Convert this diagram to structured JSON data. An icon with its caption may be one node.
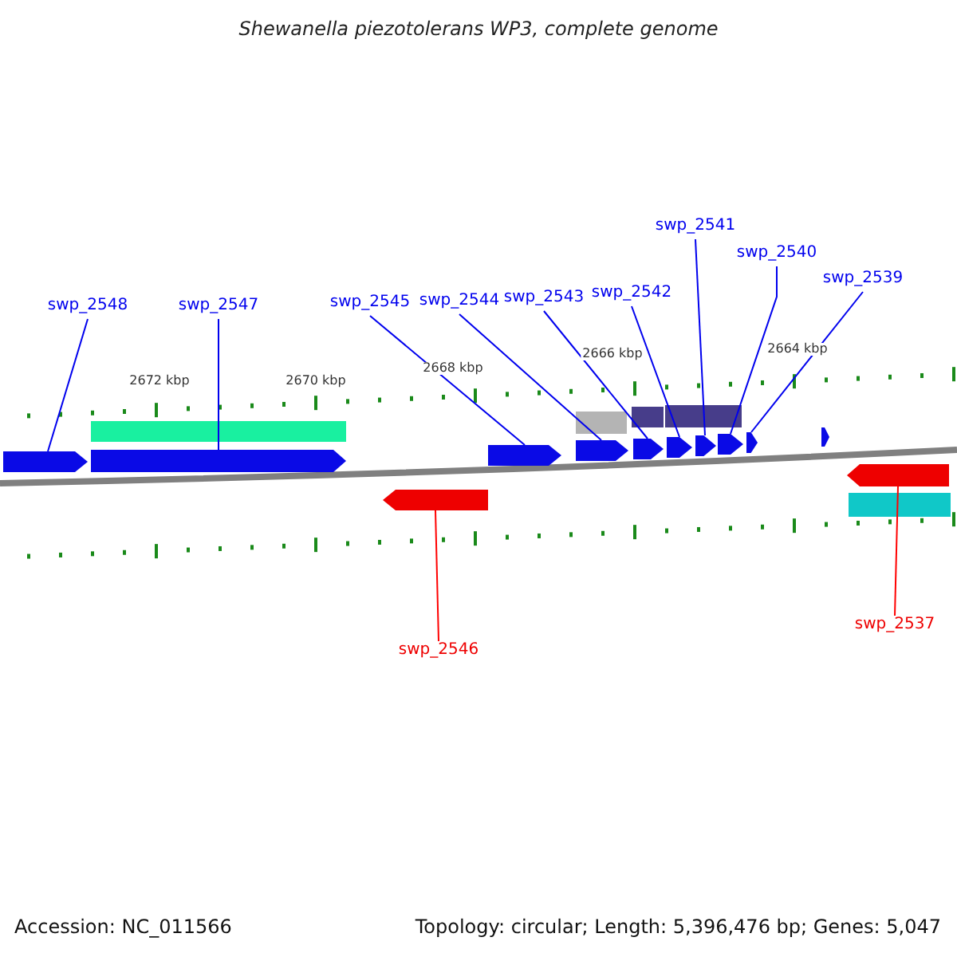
{
  "diagram": {
    "title": "Shewanella piezotolerans WP3, complete genome",
    "nodes": [
      {
        "text": [
          "swp_2548"
        ]
      },
      {
        "text": [
          "swp_2547"
        ]
      },
      {
        "text": [
          "swp_2545"
        ]
      },
      {
        "text": [
          "swp_2544"
        ]
      },
      {
        "text": [
          "swp_2543"
        ]
      },
      {
        "text": [
          "swp_2542"
        ]
      },
      {
        "text": [
          "swp_2541"
        ]
      },
      {
        "text": [
          "swp_2540"
        ]
      },
      {
        "text": [
          "swp_2539"
        ]
      },
      {
        "text": [
          "swp_2546"
        ]
      },
      {
        "text": [
          "swp_2537"
        ]
      },
      {
        "text": [],
        "shape": "bar"
      },
      {
        "text": [],
        "shape": "bar"
      },
      {
        "text": [],
        "shape": "bar"
      },
      {
        "text": [],
        "shape": "bar"
      },
      {
        "text": [],
        "shape": "bar"
      },
      {
        "text": [],
        "shape": "bar"
      },
      {
        "text": [],
        "shape": "bar"
      },
      {
        "text": [],
        "shape": "bar"
      },
      {
        "text": [],
        "shape": "bar"
      },
      {
        "text": [],
        "shape": "bar"
      },
      {
        "text": [],
        "shape": "bar"
      }
    ],
    "edges": [
      {
        "from": 0,
        "to": 11,
        "arrow": "none"
      },
      {
        "from": 1,
        "to": 12,
        "arrow": "none"
      },
      {
        "from": 2,
        "to": 14,
        "arrow": "none"
      },
      {
        "from": 3,
        "to": 15,
        "arrow": "none"
      },
      {
        "from": 4,
        "to": 16,
        "arrow": "none"
      },
      {
        "from": 5,
        "to": 17,
        "arrow": "none"
      },
      {
        "from": 6,
        "to": 18,
        "arrow": "none"
      },
      {
        "from": 7,
        "to": 19,
        "arrow": "none"
      },
      {
        "from": 8,
        "to": 20,
        "arrow": "none"
      },
      {
        "from": 9,
        "to": 13,
        "arrow": "none",
        "color": "#ff0000"
      },
      {
        "from": 10,
        "to": 21,
        "arrow": "none",
        "color": "#ff0000"
      }
    ],
    "labels": [
      "2672 kbp",
      "2670 kbp",
      "2668 kbp",
      "2666 kbp",
      "2664 kbp",
      "Accession: NC_011566",
      "Topology: circular; Length: 5,396,476 bp; Genes: 5,047"
    ]
  }
}
